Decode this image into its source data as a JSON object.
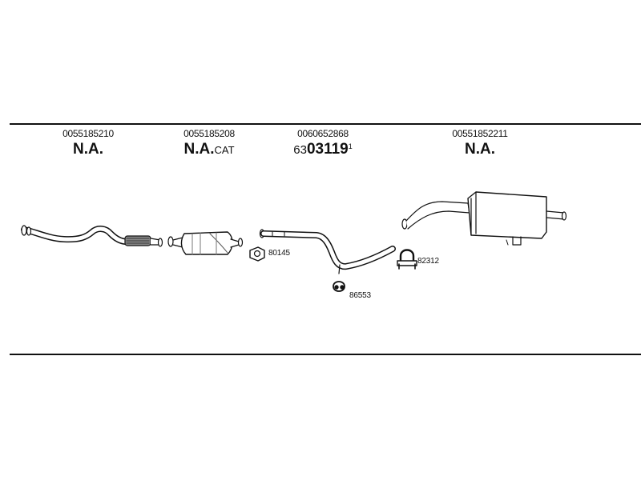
{
  "parts": [
    {
      "part_number": "0055185210",
      "code": "N.A.",
      "suffix": ""
    },
    {
      "part_number": "0055185208",
      "code": "N.A.",
      "suffix": "CAT"
    },
    {
      "part_number": "0060652868",
      "prefix": "63",
      "code": "03119",
      "superscript": "1"
    },
    {
      "part_number": "00551852211",
      "code": "N.A.",
      "suffix": ""
    }
  ],
  "fittings": [
    {
      "ref": "80145",
      "icon": "gasket-icon"
    },
    {
      "ref": "86553",
      "icon": "rubber-hanger-icon"
    },
    {
      "ref": "82312",
      "icon": "u-clamp-icon"
    }
  ]
}
